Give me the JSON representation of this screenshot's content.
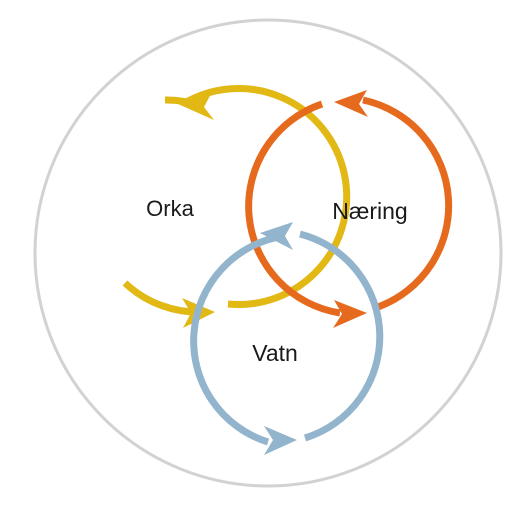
{
  "diagram": {
    "colors": {
      "background": "#ffffff",
      "outer_ring": "#d2d2d2",
      "orka": "#e2b814",
      "naering": "#e66a1e",
      "vatn": "#92b4cc"
    },
    "cycles": [
      {
        "id": "orka",
        "label": "Orka"
      },
      {
        "id": "naering",
        "label": "Næring"
      },
      {
        "id": "vatn",
        "label": "Vatn"
      }
    ]
  }
}
